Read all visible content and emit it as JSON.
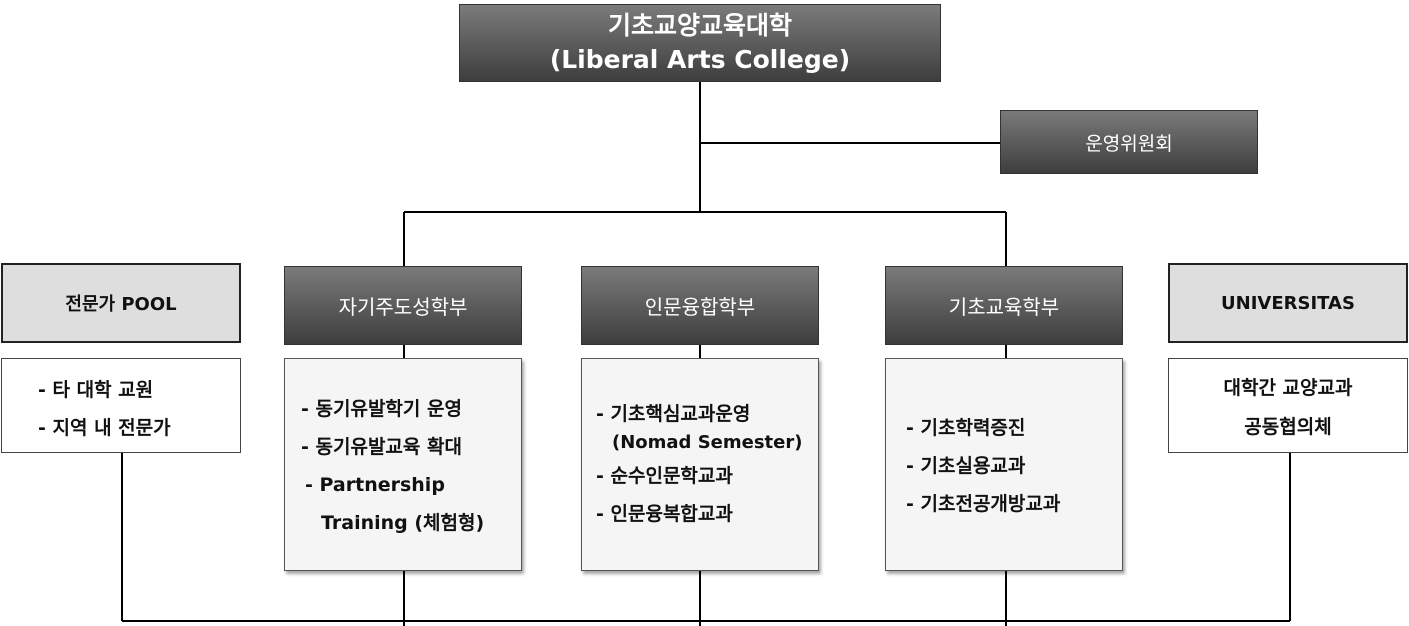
{
  "college": {
    "title_ko": "기초교양교육대학",
    "title_en": "(Liberal Arts College)"
  },
  "committee": {
    "label": "운영위원회"
  },
  "side_left": {
    "title": "전문가 POOL",
    "items": [
      "- 타 대학 교원",
      "- 지역 내 전문가"
    ]
  },
  "side_right": {
    "title": "UNIVERSITAS",
    "lines": [
      "대학간 교양교과",
      "공동협의체"
    ]
  },
  "departments": [
    {
      "title": "자기주도성학부",
      "items": [
        "- 동기유발학기 운영",
        "- 동기유발교육 확대",
        "- Partnership",
        "Training (체험형)"
      ]
    },
    {
      "title": "인문융합학부",
      "items": [
        "- 기초핵심교과운영",
        "(Nomad Semester)",
        "- 순수인문학교과",
        "- 인문융복합교과"
      ]
    },
    {
      "title": "기초교육학부",
      "items": [
        "- 기초학력증진",
        "- 기초실용교과",
        "- 기초전공개방교과"
      ]
    }
  ],
  "colors": {
    "dark_box": "#595959",
    "light_box": "#dedede",
    "panel": "#f5f5f5",
    "line": "#000000"
  }
}
